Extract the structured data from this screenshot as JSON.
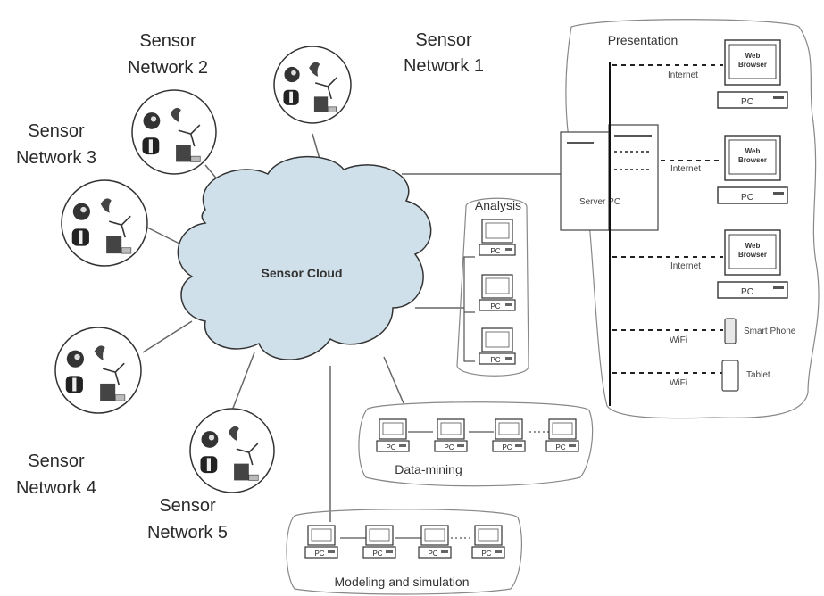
{
  "cloud": {
    "label": "Sensor Cloud",
    "color": "#cfe0ea"
  },
  "sensor_networks": [
    {
      "id": "sensor-network-1",
      "line1": "Sensor",
      "line2": "Network 1"
    },
    {
      "id": "sensor-network-2",
      "line1": "Sensor",
      "line2": "Network 2"
    },
    {
      "id": "sensor-network-3",
      "line1": "Sensor",
      "line2": "Network 3"
    },
    {
      "id": "sensor-network-4",
      "line1": "Sensor",
      "line2": "Network 4"
    },
    {
      "id": "sensor-network-5",
      "line1": "Sensor",
      "line2": "Network 5"
    }
  ],
  "analysis": {
    "title": "Analysis",
    "pc_label": "PC"
  },
  "data_mining": {
    "title": "Data-mining",
    "pc_label": "PC"
  },
  "modeling": {
    "title": "Modeling and simulation",
    "pc_label": "PC"
  },
  "presentation": {
    "title": "Presentation",
    "server_label": "Server PC",
    "web_browser_line1": "Web",
    "web_browser_line2": "Browser",
    "pc_label": "PC",
    "internet_label": "Internet",
    "wifi_label": "WiFi",
    "smart_phone_label": "Smart Phone",
    "tablet_label": "Tablet"
  }
}
